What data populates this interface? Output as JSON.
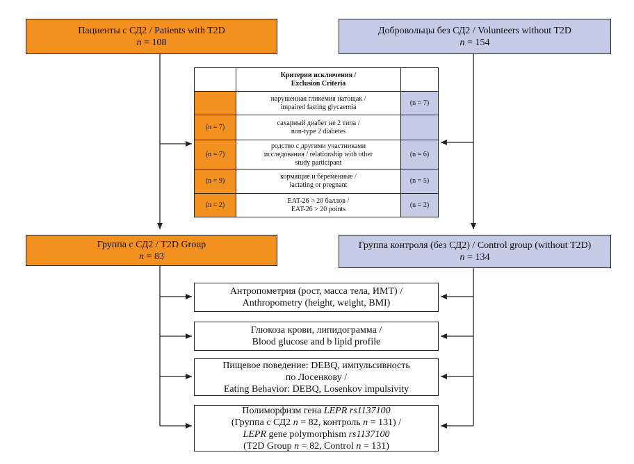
{
  "top": {
    "patients": {
      "line1": "Пациенты с СД2 / Patients with T2D",
      "n_label": "n",
      "n_value": " = 108"
    },
    "volunteers": {
      "line1": "Добровольцы без СД2 / Volunteers without T2D",
      "n_label": "n",
      "n_value": " = 154"
    }
  },
  "exclusion": {
    "header": [
      "Критерии исключения /",
      "Exclusion Criteria"
    ],
    "rows": [
      {
        "left": "",
        "criterion": [
          "нарушенная гликемия натощак /",
          "impaired fasting glycaemia"
        ],
        "right": "(n = 7)"
      },
      {
        "left": "(n = 7)",
        "criterion": [
          "сахарный диабет не 2  типа /",
          "non-type 2 diabetes"
        ],
        "right": ""
      },
      {
        "left": "(n = 7)",
        "criterion": [
          "родство с другими участниками",
          "исследования / relationship with other",
          "study participant"
        ],
        "right": "(n = 6)"
      },
      {
        "left": "(n = 9)",
        "criterion": [
          "кормящие и беременные /",
          "lactating or pregnant"
        ],
        "right": "(n = 5)"
      },
      {
        "left": "(n = 2)",
        "criterion": [
          "EAT-26 > 20 баллов /",
          "EAT-26 > 20 points"
        ],
        "right": "(n = 2)"
      }
    ]
  },
  "groups": {
    "t2d": {
      "line1": "Группа с СД2 / T2D Group",
      "n_label": "n",
      "n_value": " = 83"
    },
    "control": {
      "line1": "Группа контроля (без СД2) / Control group (without T2D)",
      "n_label": "n",
      "n_value": " = 134"
    }
  },
  "measures": {
    "anthropometry": [
      "Антропометрия (рост, масса тела, ИМТ) /",
      "Anthropometry (height, weight, BMI)"
    ],
    "glucose": [
      "Глюкоза крови, липидограмма  /",
      "Blood glucose and b lipid profile"
    ],
    "eating": [
      "Пищевое поведение: DEBQ, импульсивность",
      "по Лосенкову /",
      "Eating Behavior: DEBQ, Losenkov impulsivity"
    ],
    "polymorphism": {
      "l1a": "Полиморфизм гена ",
      "l1b": "LEPR rs1137100",
      "l2a": "(Группа с СД2 ",
      "l2b": "n",
      "l2c": " = 82, контроль ",
      "l2d": "n",
      "l2e": " = 131) /",
      "l3a": "LEPR",
      "l3b": " gene polymorphism ",
      "l3c": "rs1137100",
      "l4a": "(T2D Group ",
      "l4b": "n",
      "l4c": " = 82, Control ",
      "l4d": "n",
      "l4e": " = 131)"
    }
  },
  "colors": {
    "orange": "#f39120",
    "blue": "#c5cae6",
    "line": "#222222"
  }
}
